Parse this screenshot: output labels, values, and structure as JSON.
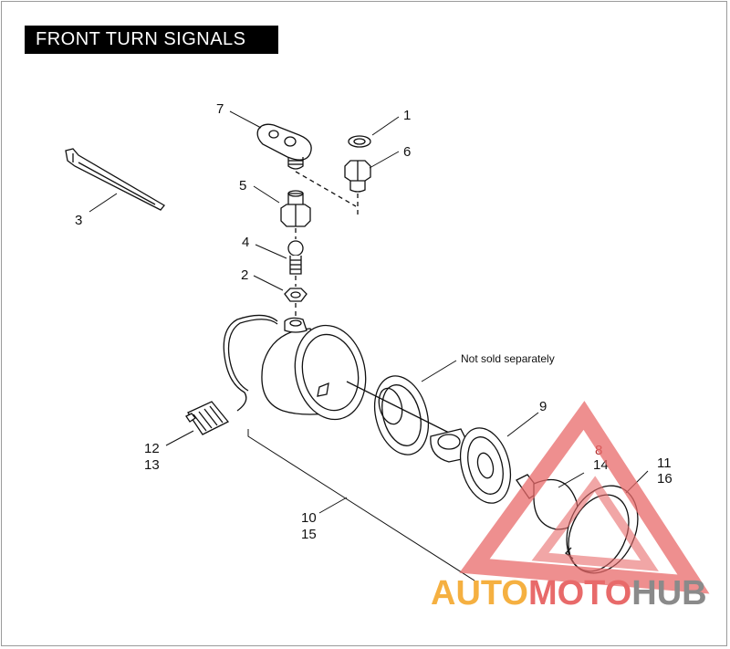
{
  "title": "FRONT TURN SIGNALS",
  "note": "Not sold separately",
  "labels": {
    "l1": "1",
    "l2": "2",
    "l3": "3",
    "l4": "4",
    "l5": "5",
    "l6": "6",
    "l7": "7",
    "l8": "8",
    "l9": "9",
    "l10": "10",
    "l11": "11",
    "l12": "12",
    "l13": "13",
    "l14": "14",
    "l15": "15",
    "l16": "16"
  },
  "watermark": {
    "part1": "AUTO",
    "part2": "MOTO",
    "part3": "HUB",
    "colors": {
      "orange": "#f5b041",
      "red": "#e86a6a",
      "gray": "#8a8a8a"
    }
  }
}
